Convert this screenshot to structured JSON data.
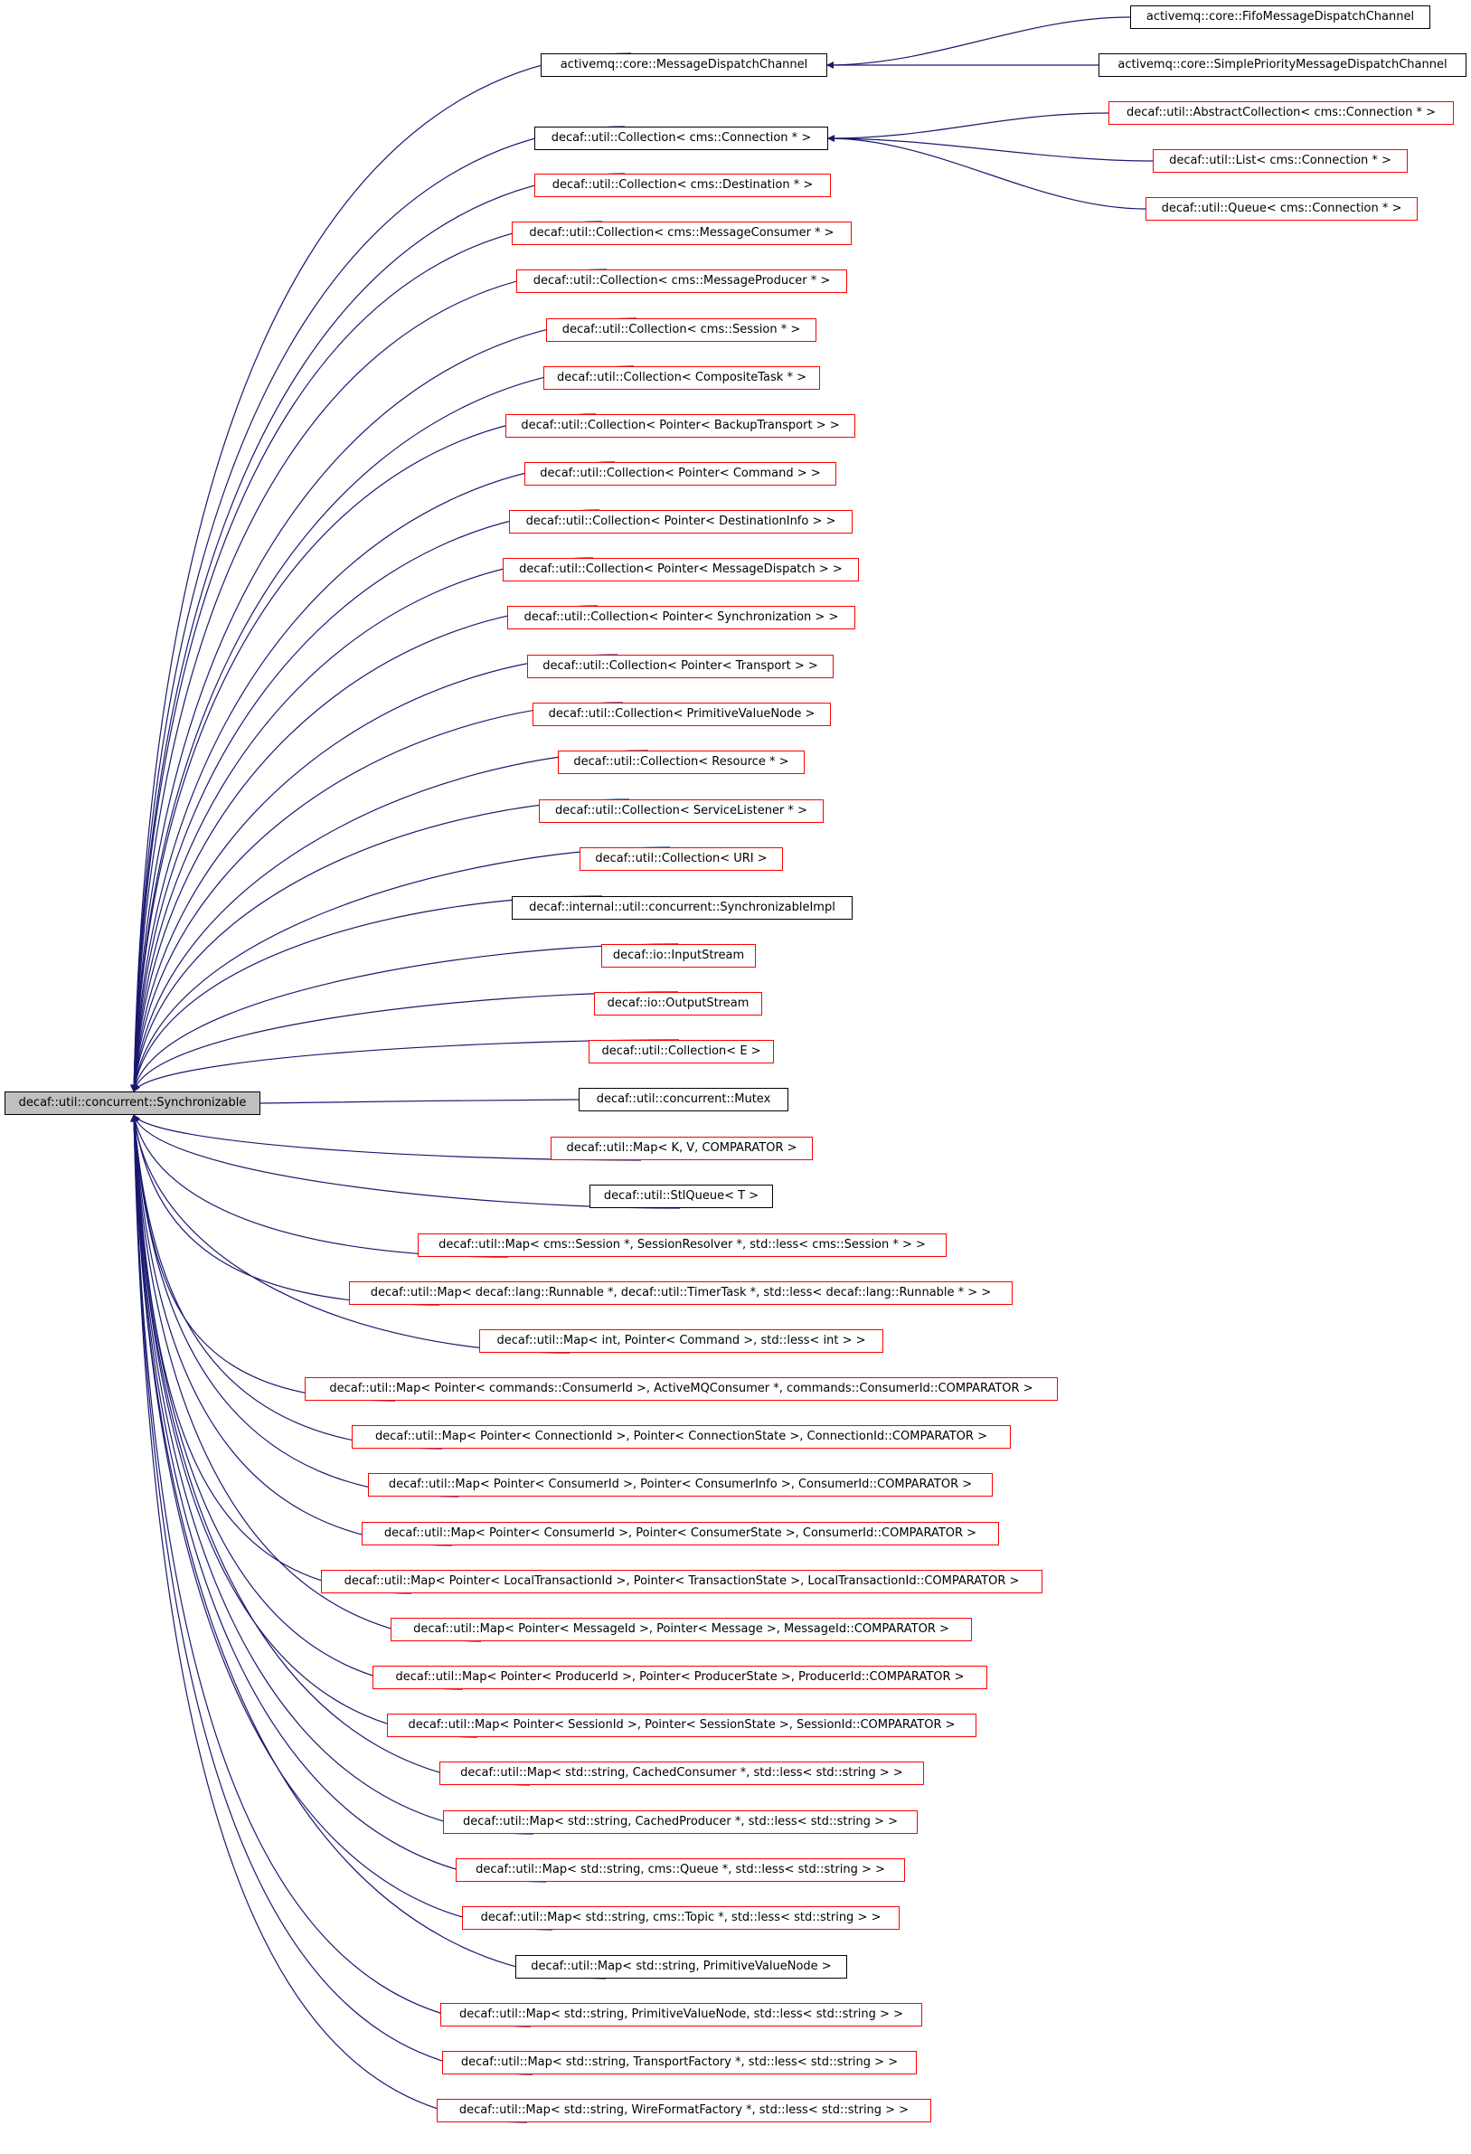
{
  "diagram": {
    "colors": {
      "edge": "#191970",
      "node_border": "#000000",
      "undocumented_border": "#ff0000",
      "root_fill": "#bfbfbf"
    },
    "root": {
      "label": "decaf::util::concurrent::Synchronizable"
    },
    "level1": [
      {
        "label": "activemq::core::MessageDispatchChannel",
        "border": "black"
      },
      {
        "label": "decaf::util::Collection< cms::Connection * >",
        "border": "black"
      },
      {
        "label": "decaf::util::Collection< cms::Destination * >",
        "border": "red"
      },
      {
        "label": "decaf::util::Collection< cms::MessageConsumer * >",
        "border": "red"
      },
      {
        "label": "decaf::util::Collection< cms::MessageProducer * >",
        "border": "red"
      },
      {
        "label": "decaf::util::Collection< cms::Session * >",
        "border": "red"
      },
      {
        "label": "decaf::util::Collection< CompositeTask * >",
        "border": "red"
      },
      {
        "label": "decaf::util::Collection< Pointer< BackupTransport > >",
        "border": "red"
      },
      {
        "label": "decaf::util::Collection< Pointer< Command > >",
        "border": "red"
      },
      {
        "label": "decaf::util::Collection< Pointer< DestinationInfo > >",
        "border": "red"
      },
      {
        "label": "decaf::util::Collection< Pointer< MessageDispatch > >",
        "border": "red"
      },
      {
        "label": "decaf::util::Collection< Pointer< Synchronization > >",
        "border": "red"
      },
      {
        "label": "decaf::util::Collection< Pointer< Transport > >",
        "border": "red"
      },
      {
        "label": "decaf::util::Collection< PrimitiveValueNode >",
        "border": "red"
      },
      {
        "label": "decaf::util::Collection< Resource * >",
        "border": "red"
      },
      {
        "label": "decaf::util::Collection< ServiceListener * >",
        "border": "red"
      },
      {
        "label": "decaf::util::Collection< URI >",
        "border": "red"
      },
      {
        "label": "decaf::internal::util::concurrent::SynchronizableImpl",
        "border": "black"
      },
      {
        "label": "decaf::io::InputStream",
        "border": "red"
      },
      {
        "label": "decaf::io::OutputStream",
        "border": "red"
      },
      {
        "label": "decaf::util::Collection< E >",
        "border": "red"
      },
      {
        "label": "decaf::util::concurrent::Mutex",
        "border": "black"
      },
      {
        "label": "decaf::util::Map< K, V, COMPARATOR >",
        "border": "red"
      },
      {
        "label": "decaf::util::StlQueue< T >",
        "border": "black"
      },
      {
        "label": "decaf::util::Map< cms::Session *, SessionResolver *, std::less< cms::Session * > >",
        "border": "red"
      },
      {
        "label": "decaf::util::Map< decaf::lang::Runnable *, decaf::util::TimerTask *, std::less< decaf::lang::Runnable * > >",
        "border": "red"
      },
      {
        "label": "decaf::util::Map< int, Pointer< Command >, std::less< int > >",
        "border": "red"
      },
      {
        "label": "decaf::util::Map< Pointer< commands::ConsumerId >, ActiveMQConsumer *, commands::ConsumerId::COMPARATOR >",
        "border": "red"
      },
      {
        "label": "decaf::util::Map< Pointer< ConnectionId >, Pointer< ConnectionState >, ConnectionId::COMPARATOR >",
        "border": "red"
      },
      {
        "label": "decaf::util::Map< Pointer< ConsumerId >, Pointer< ConsumerInfo >, ConsumerId::COMPARATOR >",
        "border": "red"
      },
      {
        "label": "decaf::util::Map< Pointer< ConsumerId >, Pointer< ConsumerState >, ConsumerId::COMPARATOR >",
        "border": "red"
      },
      {
        "label": "decaf::util::Map< Pointer< LocalTransactionId >, Pointer< TransactionState >, LocalTransactionId::COMPARATOR >",
        "border": "red"
      },
      {
        "label": "decaf::util::Map< Pointer< MessageId >, Pointer< Message >, MessageId::COMPARATOR >",
        "border": "red"
      },
      {
        "label": "decaf::util::Map< Pointer< ProducerId >, Pointer< ProducerState >, ProducerId::COMPARATOR >",
        "border": "red"
      },
      {
        "label": "decaf::util::Map< Pointer< SessionId >, Pointer< SessionState >, SessionId::COMPARATOR >",
        "border": "red"
      },
      {
        "label": "decaf::util::Map< std::string, CachedConsumer *, std::less< std::string > >",
        "border": "red"
      },
      {
        "label": "decaf::util::Map< std::string, CachedProducer *, std::less< std::string > >",
        "border": "red"
      },
      {
        "label": "decaf::util::Map< std::string, cms::Queue *, std::less< std::string > >",
        "border": "red"
      },
      {
        "label": "decaf::util::Map< std::string, cms::Topic *, std::less< std::string > >",
        "border": "red"
      },
      {
        "label": "decaf::util::Map< std::string, PrimitiveValueNode >",
        "border": "black"
      },
      {
        "label": "decaf::util::Map< std::string, PrimitiveValueNode, std::less< std::string > >",
        "border": "red"
      },
      {
        "label": "decaf::util::Map< std::string, TransportFactory *, std::less< std::string > >",
        "border": "red"
      },
      {
        "label": "decaf::util::Map< std::string, WireFormatFactory *, std::less< std::string > >",
        "border": "red"
      }
    ],
    "level2": [
      {
        "label": "activemq::core::FifoMessageDispatchChannel",
        "border": "black",
        "parent": 0
      },
      {
        "label": "activemq::core::SimplePriorityMessageDispatchChannel",
        "border": "black",
        "parent": 0
      },
      {
        "label": "decaf::util::AbstractCollection< cms::Connection * >",
        "border": "red",
        "parent": 1
      },
      {
        "label": "decaf::util::List< cms::Connection * >",
        "border": "red",
        "parent": 1
      },
      {
        "label": "decaf::util::Queue< cms::Connection * >",
        "border": "red",
        "parent": 1
      }
    ]
  }
}
